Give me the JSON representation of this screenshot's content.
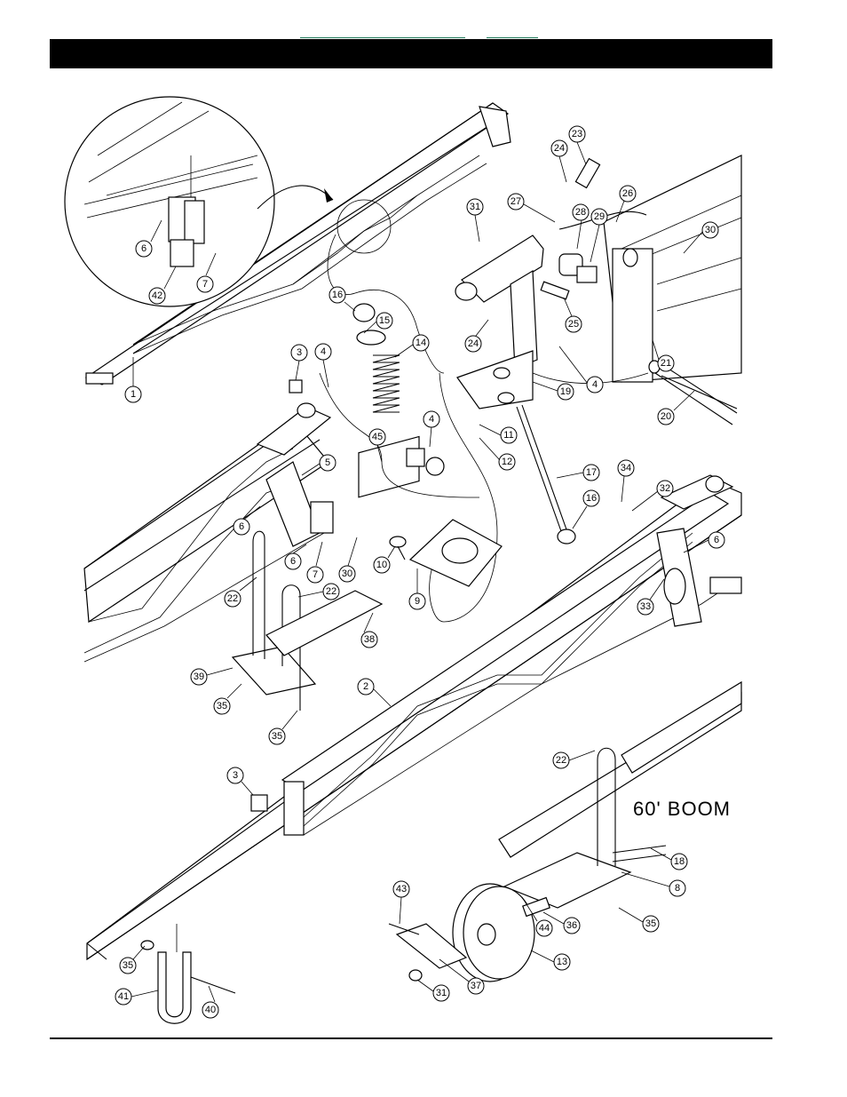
{
  "header": {
    "title": "",
    "links": [
      "",
      ""
    ]
  },
  "diagram": {
    "boom_label": "60' BOOM",
    "callouts": [
      "1",
      "2",
      "3",
      "3",
      "4",
      "4",
      "4",
      "5",
      "6",
      "6",
      "6",
      "6",
      "7",
      "7",
      "8",
      "9",
      "10",
      "11",
      "12",
      "13",
      "14",
      "15",
      "16",
      "16",
      "17",
      "18",
      "19",
      "20",
      "21",
      "22",
      "22",
      "22",
      "23",
      "24",
      "24",
      "25",
      "26",
      "27",
      "28",
      "29",
      "30",
      "30",
      "31",
      "31",
      "32",
      "33",
      "34",
      "35",
      "35",
      "35",
      "35",
      "36",
      "37",
      "38",
      "39",
      "40",
      "41",
      "42",
      "43",
      "44",
      "45"
    ]
  }
}
